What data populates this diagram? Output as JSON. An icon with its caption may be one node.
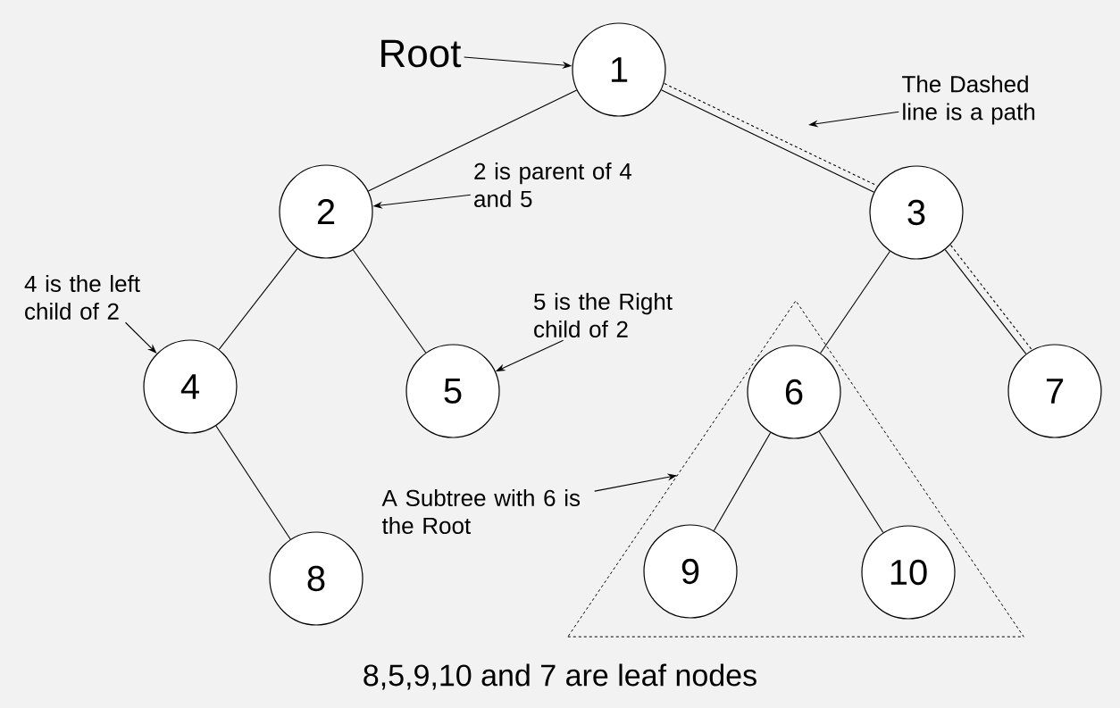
{
  "diagram": {
    "caption": "8,5,9,10 and 7 are leaf nodes",
    "nodes": [
      {
        "text": [
          "1"
        ]
      },
      {
        "text": [
          "2"
        ]
      },
      {
        "text": [
          "3"
        ]
      },
      {
        "text": [
          "4"
        ]
      },
      {
        "text": [
          "5"
        ]
      },
      {
        "text": [],
        "shape": "triangle"
      },
      {
        "text": [
          "6"
        ],
        "in": 5
      },
      {
        "text": [
          "7"
        ]
      },
      {
        "text": [
          "8"
        ]
      },
      {
        "text": [
          "9"
        ],
        "in": 5
      },
      {
        "text": [
          "10"
        ],
        "in": 5
      },
      {
        "text": [
          "Root"
        ]
      },
      {
        "text": [
          "The Dashed line is a path"
        ]
      },
      {
        "text": [
          "2 is parent of 4 and 5"
        ]
      },
      {
        "text": [
          "4 is the left child of 2"
        ]
      },
      {
        "text": [
          "5 is the Right child of 2"
        ]
      },
      {
        "text": [
          "A Subtree with 6 is the Root"
        ]
      }
    ],
    "edges": [
      {
        "from": 0,
        "to": 1,
        "arrow": "none"
      },
      {
        "from": 0,
        "to": 2,
        "arrow": "none"
      },
      {
        "from": 1,
        "to": 3,
        "arrow": "none"
      },
      {
        "from": 1,
        "to": 4,
        "arrow": "none"
      },
      {
        "from": 2,
        "to": 6,
        "arrow": "none"
      },
      {
        "from": 2,
        "to": 7,
        "arrow": "none"
      },
      {
        "from": 3,
        "to": 8,
        "arrow": "none"
      },
      {
        "from": 6,
        "to": 9,
        "arrow": "none"
      },
      {
        "from": 6,
        "to": 10,
        "arrow": "none"
      },
      {
        "from": 0,
        "to": 2,
        "arrow": "none",
        "style": "dashed"
      },
      {
        "from": 2,
        "to": 7,
        "arrow": "none",
        "style": "dashed"
      },
      {
        "from": 11,
        "to": 0,
        "arrow": "to"
      },
      {
        "from": 12,
        "to": null,
        "arrow": "to"
      },
      {
        "from": 13,
        "to": 1,
        "arrow": "to"
      },
      {
        "from": 14,
        "to": 3,
        "arrow": "to"
      },
      {
        "from": 15,
        "to": 4,
        "arrow": "to"
      },
      {
        "from": 16,
        "to": 5,
        "arrow": "to"
      }
    ]
  }
}
